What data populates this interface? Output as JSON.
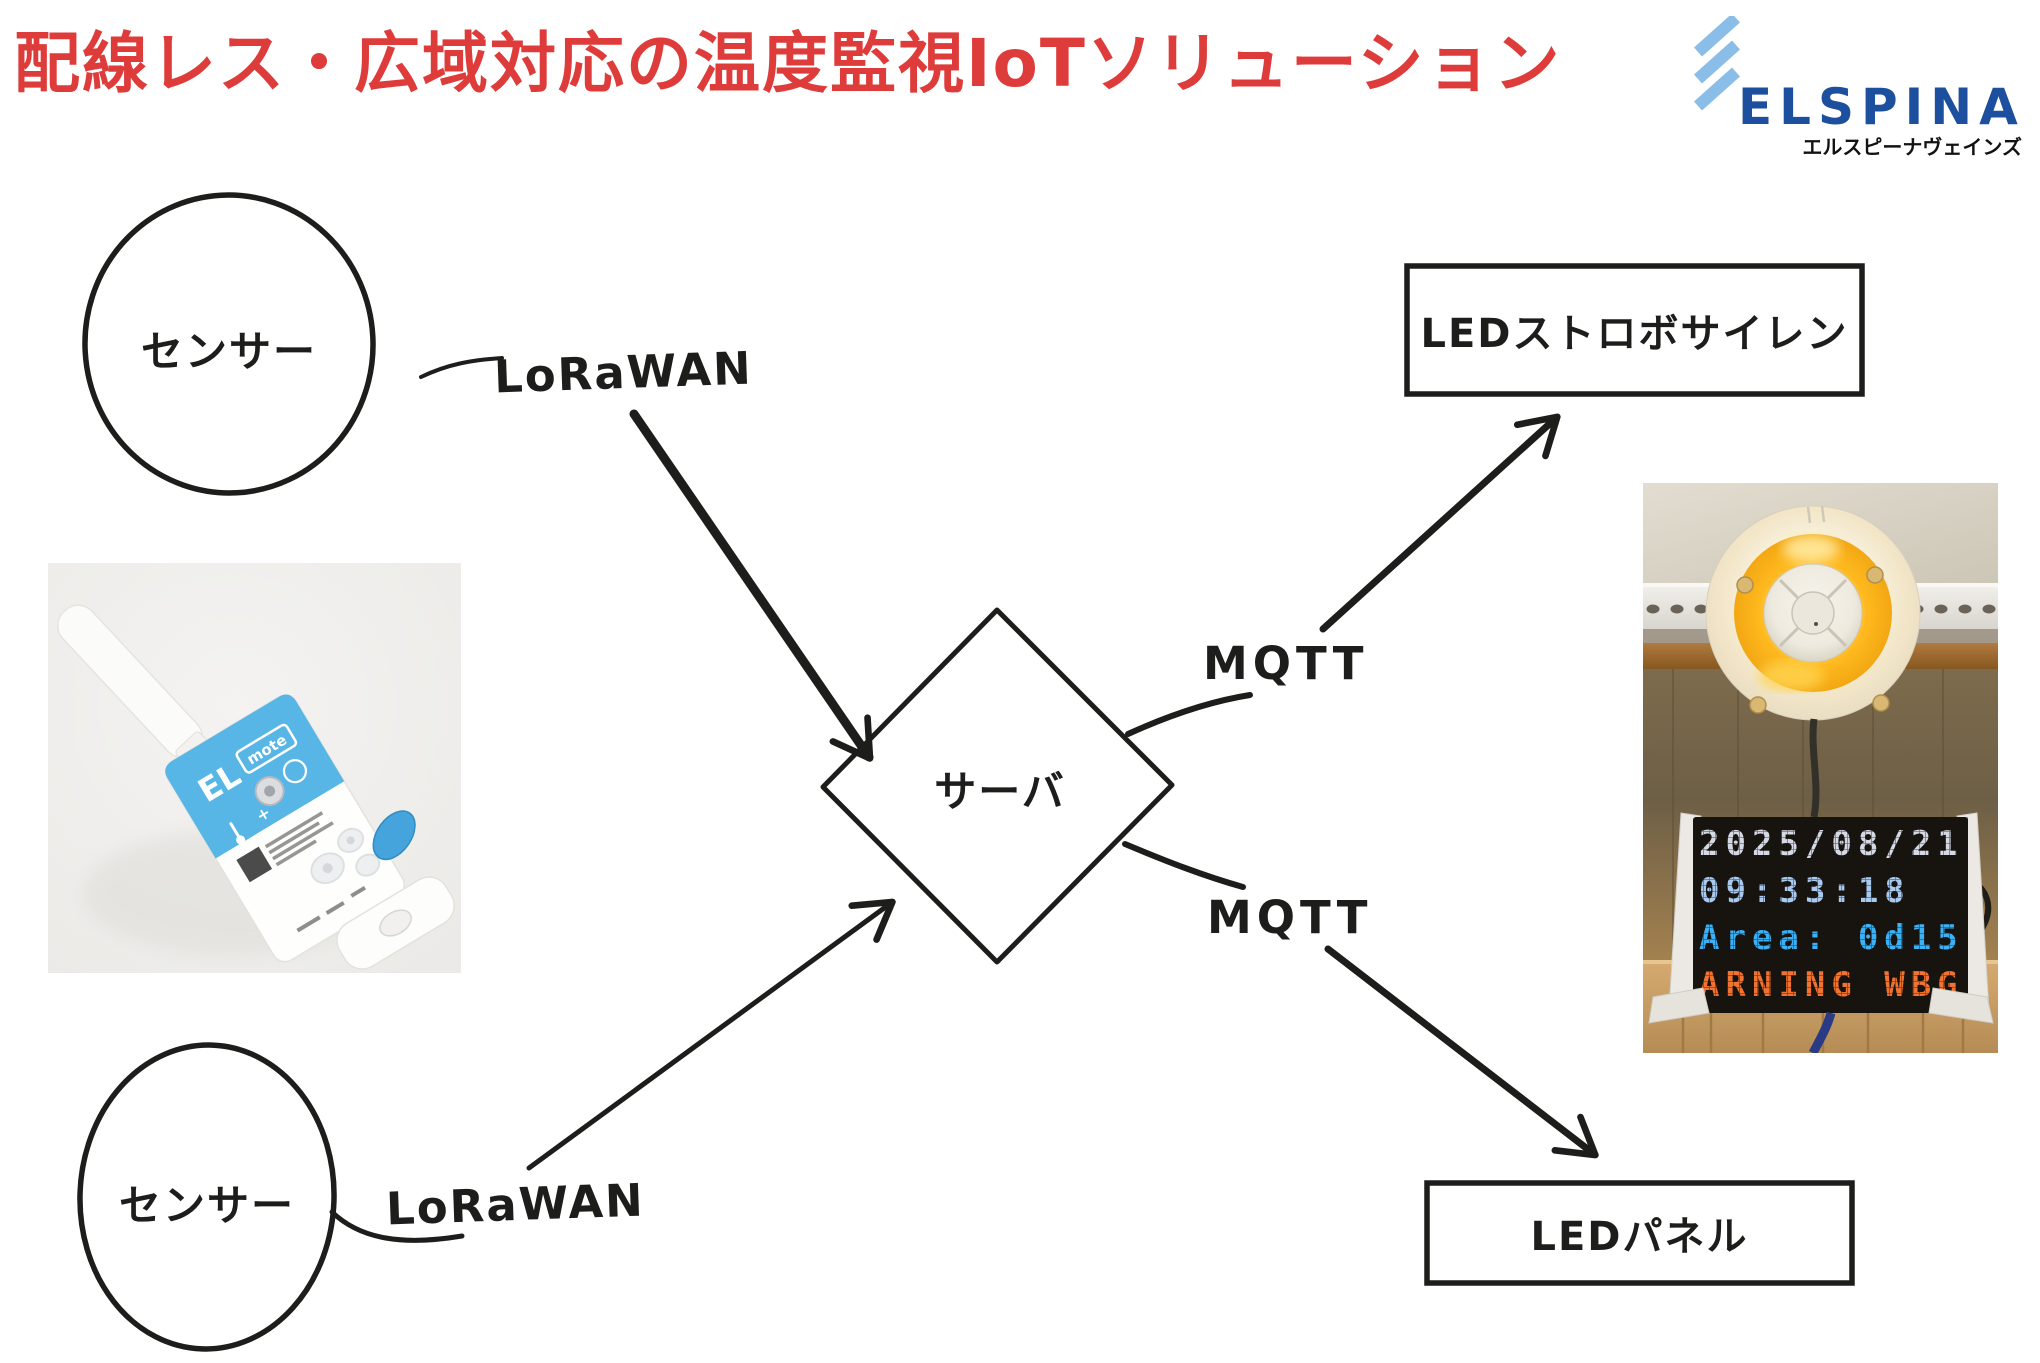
{
  "title": {
    "text": "配線レス・広域対応の温度監視IoTソリューション",
    "color": "#de3c3a"
  },
  "logo": {
    "wordmark": "ELSPINA",
    "subtitle": "エルスピーナヴェインズ",
    "wordmark_color": "#1c4f9d",
    "stripe_color": "#8abde7"
  },
  "nodes": {
    "sensor_top": {
      "label": "センサー",
      "shape": "circle"
    },
    "sensor_bottom": {
      "label": "センサー",
      "shape": "circle"
    },
    "server": {
      "label": "サーバ",
      "shape": "diamond"
    },
    "led_strobe": {
      "label": "LEDストロボサイレン",
      "shape": "rect"
    },
    "led_panel": {
      "label": "LEDパネル",
      "shape": "rect"
    }
  },
  "edges": {
    "lorawan_top": {
      "label": "LoRaWAN"
    },
    "lorawan_bottom": {
      "label": "LoRaWAN"
    },
    "mqtt_top": {
      "label": "MQTT"
    },
    "mqtt_bottom": {
      "label": "MQTT"
    }
  },
  "diagram_style": {
    "line_color": "#1d1d1b"
  },
  "sensor_photo": {
    "brand": "EL",
    "brand_tag": "mote",
    "label_color": "#57b6e6"
  },
  "led_photo": {
    "siren_glow_color": "#ffb91e",
    "display_lines": [
      {
        "text": "2025/08/21",
        "color": "#d5d9e4"
      },
      {
        "text": "09:33:18",
        "color": "#a9c9ef"
      },
      {
        "text": "Area: 0d15",
        "color": "#3fb0f4"
      },
      {
        "text": "ARNING WBG",
        "color": "#ef7434"
      }
    ]
  }
}
